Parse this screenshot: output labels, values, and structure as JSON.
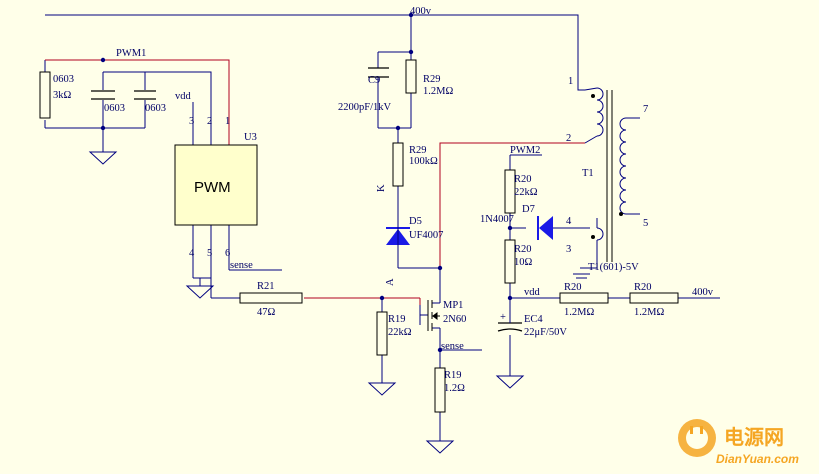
{
  "colors": {
    "background": "#FFFFE9",
    "wire": "#000080",
    "net_wire": "#B00020",
    "component": "#000000",
    "ic_body": "#FFFFCC",
    "diode": "#1A1AE6",
    "watermark": "#F5A623"
  },
  "labels": {
    "net_400v_top": "400v",
    "net_pwm1": "PWM1",
    "res_0603": "0603",
    "res_0603_val": "3kΩ",
    "cap1": "0603",
    "cap2": "0603",
    "net_vdd_ic": "vdd",
    "pin3": "3",
    "pin2": "2",
    "pin1": "1",
    "ic_ref": "U3",
    "ic_name": "PWM",
    "pin4": "4",
    "pin5": "5",
    "pin6": "6",
    "net_sense_ic": "sense",
    "r21_ref": "R21",
    "r21_val": "47Ω",
    "c9_ref": "C9",
    "c9_val": "2200pF/1kV",
    "r29a_ref": "R29",
    "r29a_val": "1.2MΩ",
    "r29b_ref": "R29",
    "r29b_val": "100kΩ",
    "k_label": "K",
    "d5_ref": "D5",
    "d5_val": "UF4007",
    "a_label": "A",
    "mp1_ref": "MP1",
    "mp1_val": "2N60",
    "r19a_ref": "R19",
    "r19a_val": "22kΩ",
    "net_sense_fet": "sense",
    "r19b_ref": "R19",
    "r19b_val": "1.2Ω",
    "net_pwm2": "PWM2",
    "r20a_ref": "R20",
    "r20a_val": "22kΩ",
    "d7_ref": "D7",
    "d7_val": "1N4007",
    "r20b_ref": "R20",
    "r20b_val": "10Ω",
    "net_vdd": "vdd",
    "ec4_ref": "EC4",
    "ec4_val": "22μF/50V",
    "ec4_plus": "+",
    "r20c_ref": "R20",
    "r20c_val": "1.2MΩ",
    "r20d_ref": "R20",
    "r20d_val": "1.2MΩ",
    "net_400v_right": "400v",
    "t1_ref": "T1",
    "t1_val": "T1(601)-5V",
    "t1_pin1": "1",
    "t1_pin2": "2",
    "t1_pin3": "3",
    "t1_pin4": "4",
    "t1_pin5": "5",
    "t1_pin7": "7"
  },
  "watermark": {
    "brand": "电源网",
    "site": "DianYuan.com",
    "icon": "plug-icon"
  }
}
